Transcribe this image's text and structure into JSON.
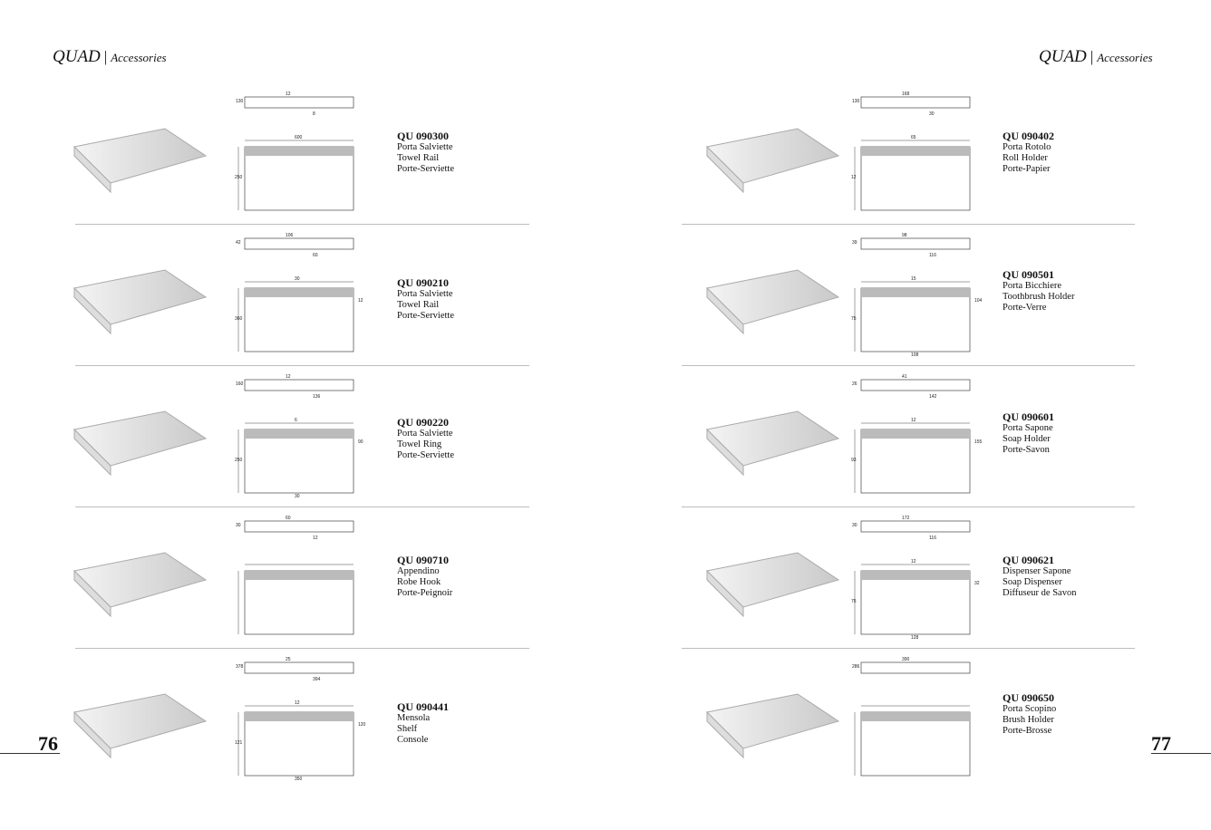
{
  "left_page": {
    "header": {
      "title": "QUAD",
      "subtitle": "Accessories"
    },
    "page_number": "76",
    "products": [
      {
        "code": "QU 090300",
        "names": [
          "Porta Salviette",
          "Towel Rail",
          "Porte-Serviette"
        ],
        "dims": [
          "12",
          "130",
          "8",
          "600",
          "250"
        ]
      },
      {
        "code": "QU 090210",
        "names": [
          "Porta Salviette",
          "Towel Rail",
          "Porte-Serviette"
        ],
        "dims": [
          "106",
          "42",
          "60",
          "30",
          "360",
          "12"
        ]
      },
      {
        "code": "QU 090220",
        "names": [
          "Porta Salviette",
          "Towel Ring",
          "Porte-Serviette"
        ],
        "dims": [
          "12",
          "160",
          "136",
          "6",
          "250",
          "90",
          "30"
        ]
      },
      {
        "code": "QU 090710",
        "names": [
          "Appendino",
          "Robe Hook",
          "Porte-Peignoir"
        ],
        "dims": [
          "60",
          "30",
          "12"
        ]
      },
      {
        "code": "QU 090441",
        "names": [
          "Mensola",
          "Shelf",
          "Console"
        ],
        "dims": [
          "25",
          "378",
          "394",
          "12",
          "121",
          "120",
          "350"
        ]
      }
    ]
  },
  "right_page": {
    "header": {
      "title": "QUAD",
      "subtitle": "Accessories"
    },
    "page_number": "77",
    "products": [
      {
        "code": "QU 090402",
        "names": [
          "Porta Rotolo",
          "Roll Holder",
          "Porte-Papier"
        ],
        "dims": [
          "168",
          "130",
          "30",
          "65",
          "12"
        ]
      },
      {
        "code": "QU 090501",
        "names": [
          "Porta Bicchiere",
          "Toothbrush Holder",
          "Porte-Verre"
        ],
        "dims": [
          "98",
          "39",
          "116",
          "15",
          "75",
          "104",
          "108"
        ]
      },
      {
        "code": "QU 090601",
        "names": [
          "Porta Sapone",
          "Soap Holder",
          "Porte-Savon"
        ],
        "dims": [
          "41",
          "26",
          "142",
          "12",
          "93",
          "155"
        ]
      },
      {
        "code": "QU 090621",
        "names": [
          "Dispenser Sapone",
          "Soap Dispenser",
          "Diffuseur de Savon"
        ],
        "dims": [
          "172",
          "30",
          "116",
          "12",
          "75",
          "32",
          "128"
        ]
      },
      {
        "code": "QU 090650",
        "names": [
          "Porta Scopino",
          "Brush Holder",
          "Porte-Brosse"
        ],
        "dims": [
          "390",
          "286"
        ]
      }
    ]
  }
}
